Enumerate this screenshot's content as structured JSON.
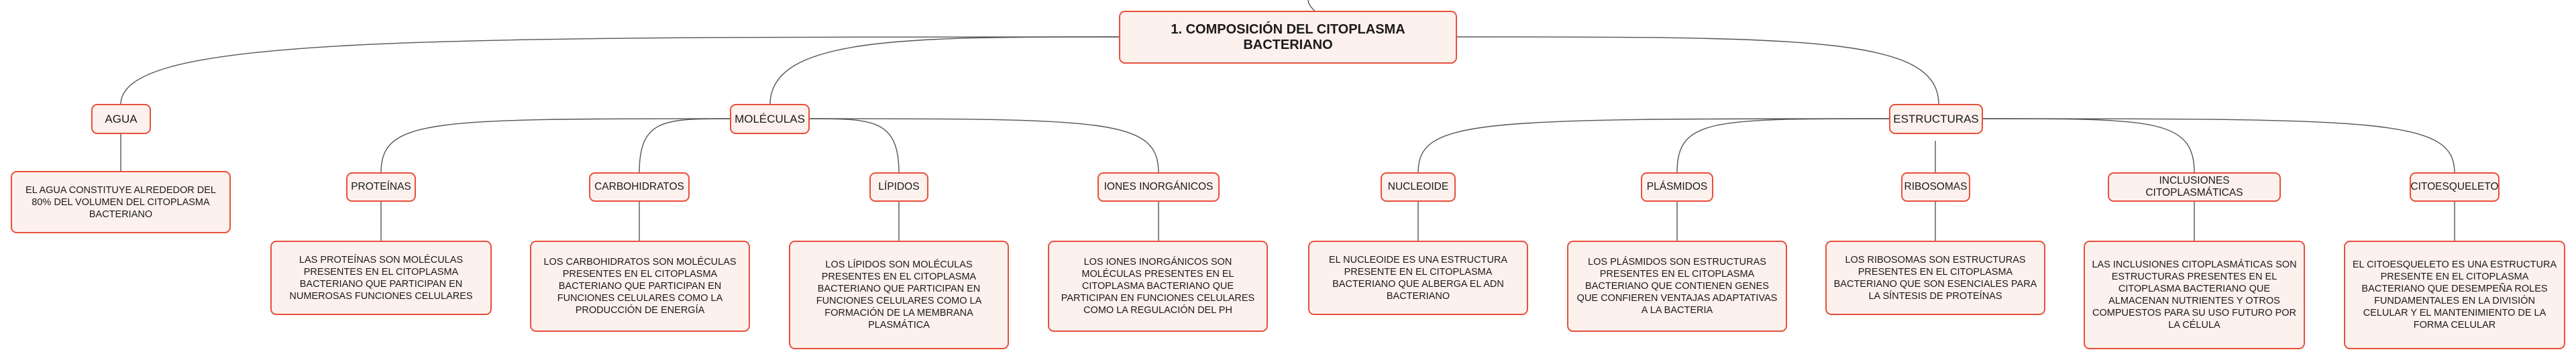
{
  "colors": {
    "node_border": "#e8503a",
    "node_fill": "#fdf1ee",
    "edge": "#555555"
  },
  "root": {
    "label": "1. COMPOSICIÓN DEL CITOPLASMA BACTERIANO"
  },
  "branches": {
    "agua": {
      "label": "AGUA",
      "desc": "EL AGUA CONSTITUYE ALREDEDOR DEL 80% DEL VOLUMEN DEL CITOPLASMA BACTERIANO"
    },
    "moleculas": {
      "label": "MOLÉCULAS",
      "children": [
        {
          "label": "PROTEÍNAS",
          "desc": "LAS PROTEÍNAS SON MOLÉCULAS PRESENTES EN EL CITOPLASMA BACTERIANO QUE PARTICIPAN EN NUMEROSAS FUNCIONES CELULARES"
        },
        {
          "label": "CARBOHIDRATOS",
          "desc": "LOS CARBOHIDRATOS SON MOLÉCULAS PRESENTES EN EL CITOPLASMA BACTERIANO QUE PARTICIPAN EN FUNCIONES CELULARES COMO LA PRODUCCIÓN DE ENERGÍA"
        },
        {
          "label": "LÍPIDOS",
          "desc": "LOS LÍPIDOS SON MOLÉCULAS PRESENTES EN EL CITOPLASMA BACTERIANO QUE PARTICIPAN EN FUNCIONES CELULARES COMO LA FORMACIÓN DE LA MEMBRANA PLASMÁTICA"
        },
        {
          "label": "IONES INORGÁNICOS",
          "desc": "LOS IONES INORGÁNICOS SON MOLÉCULAS PRESENTES EN EL CITOPLASMA BACTERIANO QUE PARTICIPAN EN FUNCIONES CELULARES COMO LA REGULACIÓN DEL PH"
        }
      ]
    },
    "estructuras": {
      "label": "ESTRUCTURAS",
      "children": [
        {
          "label": "NUCLEOIDE",
          "desc": "EL NUCLEOIDE ES UNA ESTRUCTURA PRESENTE EN EL CITOPLASMA BACTERIANO QUE ALBERGA EL ADN BACTERIANO"
        },
        {
          "label": "PLÁSMIDOS",
          "desc": "LOS PLÁSMIDOS SON ESTRUCTURAS PRESENTES EN EL CITOPLASMA BACTERIANO QUE CONTIENEN GENES QUE CONFIEREN VENTAJAS ADAPTATIVAS A LA BACTERIA"
        },
        {
          "label": "RIBOSOMAS",
          "desc": "LOS RIBOSOMAS SON ESTRUCTURAS PRESENTES EN EL CITOPLASMA BACTERIANO QUE SON ESENCIALES PARA LA SÍNTESIS DE PROTEÍNAS"
        },
        {
          "label": "INCLUSIONES CITOPLASMÁTICAS",
          "desc": "LAS INCLUSIONES CITOPLASMÁTICAS SON ESTRUCTURAS PRESENTES EN EL CITOPLASMA BACTERIANO QUE ALMACENAN NUTRIENTES Y OTROS COMPUESTOS PARA SU USO FUTURO POR LA CÉLULA"
        },
        {
          "label": "CITOESQUELETO",
          "desc": "EL CITOESQUELETO ES UNA ESTRUCTURA PRESENTE EN EL CITOPLASMA BACTERIANO QUE DESEMPEÑA ROLES FUNDAMENTALES EN LA DIVISIÓN CELULAR Y EL MANTENIMIENTO DE LA FORMA CELULAR"
        }
      ]
    }
  }
}
